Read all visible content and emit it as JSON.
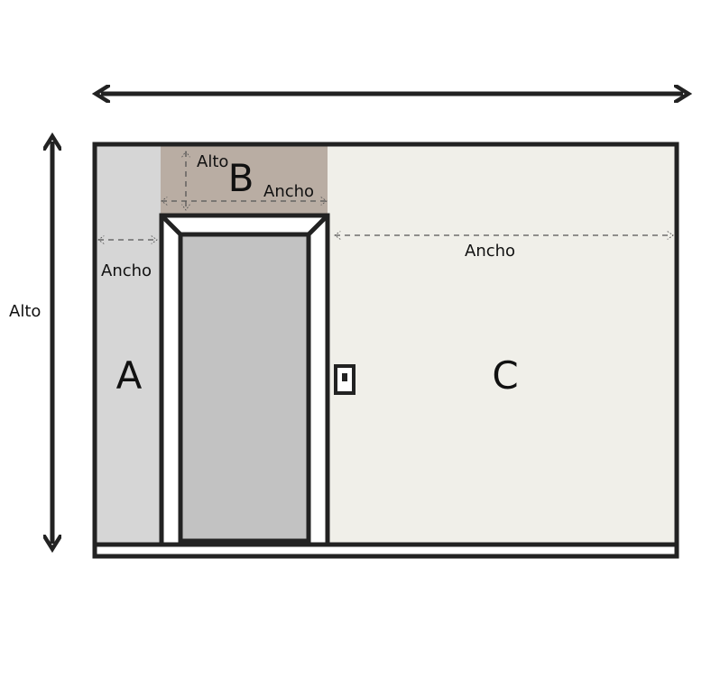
{
  "labels": {
    "wall_height": "Alto",
    "section_a": "A",
    "section_b": "B",
    "section_c": "C",
    "a_width": "Ancho",
    "b_height": "Alto",
    "b_width": "Ancho",
    "c_width": "Ancho"
  },
  "colors": {
    "stroke": "#222222",
    "section_a": "#d6d6d6",
    "section_b": "#b9ada3",
    "section_c": "#f0efe9",
    "door": "#c2c2c2",
    "frame": "#ffffff"
  }
}
